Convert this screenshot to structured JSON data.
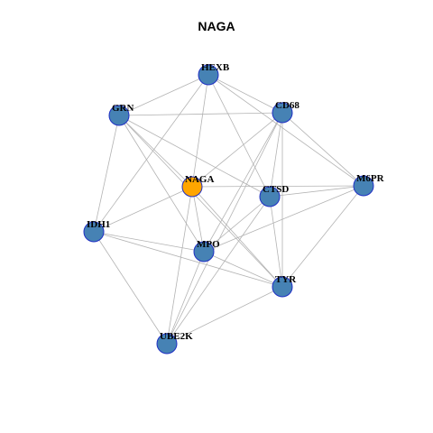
{
  "title": "NAGA",
  "colors": {
    "node_fill": "#4682b4",
    "node_stroke": "#1f2fc4",
    "highlight_fill": "#ffa500",
    "edge": "#b3b3b3"
  },
  "nodes": [
    {
      "id": "HEXB",
      "label": "HEXB"
    },
    {
      "id": "GRN",
      "label": "GRN"
    },
    {
      "id": "CD68",
      "label": "CD68"
    },
    {
      "id": "NAGA",
      "label": "NAGA",
      "highlight": true
    },
    {
      "id": "CTSD",
      "label": "CTSD"
    },
    {
      "id": "M6PR",
      "label": "M6PR"
    },
    {
      "id": "IDH1",
      "label": "IDH1"
    },
    {
      "id": "MPO",
      "label": "MPO"
    },
    {
      "id": "TYR",
      "label": "TYR"
    },
    {
      "id": "UBE2K",
      "label": "UBE2K"
    }
  ],
  "edges": [
    [
      "HEXB",
      "GRN"
    ],
    [
      "HEXB",
      "CD68"
    ],
    [
      "HEXB",
      "NAGA"
    ],
    [
      "HEXB",
      "CTSD"
    ],
    [
      "HEXB",
      "M6PR"
    ],
    [
      "HEXB",
      "IDH1"
    ],
    [
      "GRN",
      "CD68"
    ],
    [
      "GRN",
      "NAGA"
    ],
    [
      "GRN",
      "CTSD"
    ],
    [
      "GRN",
      "IDH1"
    ],
    [
      "GRN",
      "MPO"
    ],
    [
      "GRN",
      "TYR"
    ],
    [
      "CD68",
      "NAGA"
    ],
    [
      "CD68",
      "CTSD"
    ],
    [
      "CD68",
      "M6PR"
    ],
    [
      "CD68",
      "MPO"
    ],
    [
      "CD68",
      "TYR"
    ],
    [
      "CD68",
      "UBE2K"
    ],
    [
      "NAGA",
      "M6PR"
    ],
    [
      "NAGA",
      "IDH1"
    ],
    [
      "NAGA",
      "MPO"
    ],
    [
      "NAGA",
      "TYR"
    ],
    [
      "NAGA",
      "UBE2K"
    ],
    [
      "CTSD",
      "M6PR"
    ],
    [
      "CTSD",
      "MPO"
    ],
    [
      "CTSD",
      "TYR"
    ],
    [
      "CTSD",
      "UBE2K"
    ],
    [
      "M6PR",
      "MPO"
    ],
    [
      "M6PR",
      "TYR"
    ],
    [
      "IDH1",
      "MPO"
    ],
    [
      "IDH1",
      "TYR"
    ],
    [
      "IDH1",
      "UBE2K"
    ],
    [
      "MPO",
      "TYR"
    ],
    [
      "MPO",
      "UBE2K"
    ],
    [
      "TYR",
      "UBE2K"
    ]
  ]
}
